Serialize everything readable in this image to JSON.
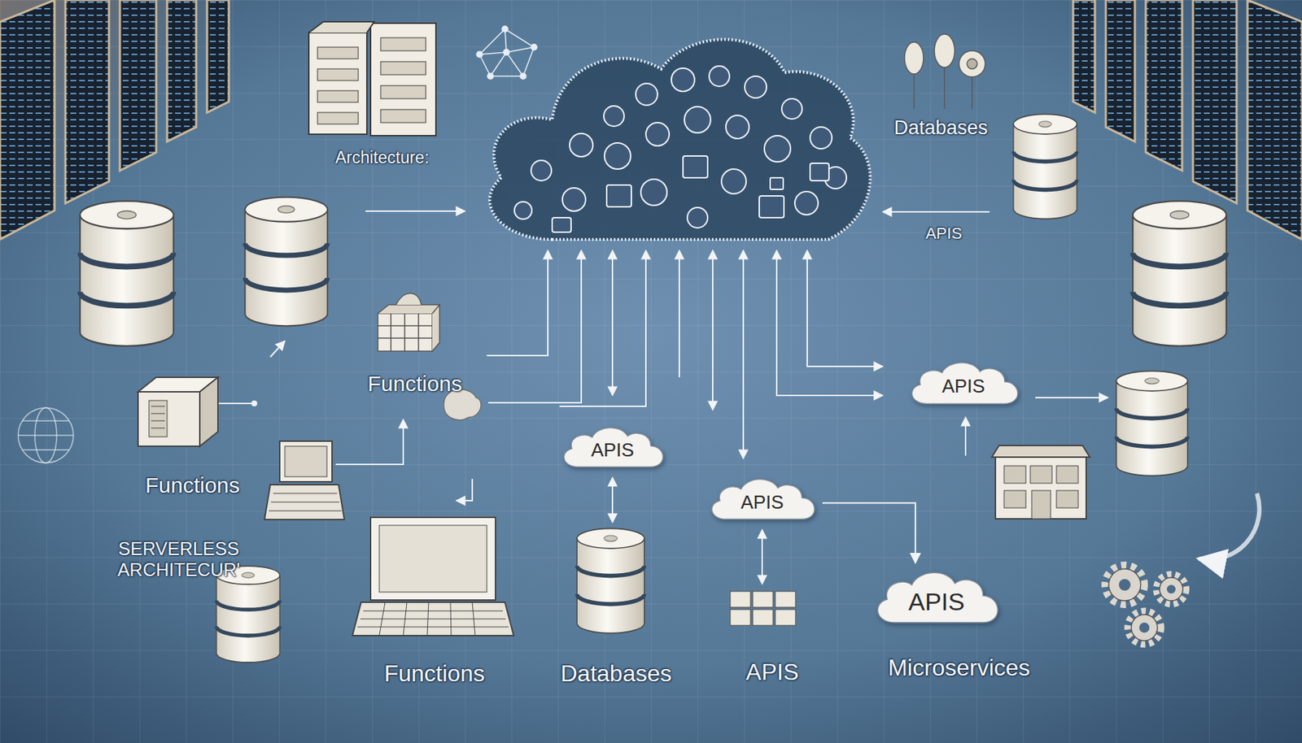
{
  "diagram": {
    "nodes": [
      {
        "text": [
          "APIS"
        ]
      },
      {
        "text": [
          "APIS"
        ]
      },
      {
        "text": [
          "APIS"
        ]
      },
      {
        "text": [
          "APIS"
        ]
      }
    ],
    "edges": [
      {
        "from": 2,
        "to": 3,
        "arrow": "to"
      }
    ],
    "labels": [
      "Architecture:",
      "Databases",
      "APIS",
      "Functions",
      "Functions",
      "SERVERLESS ARCHITECUR'",
      "Functions",
      "Databases",
      "APIS",
      "Microservices"
    ]
  }
}
